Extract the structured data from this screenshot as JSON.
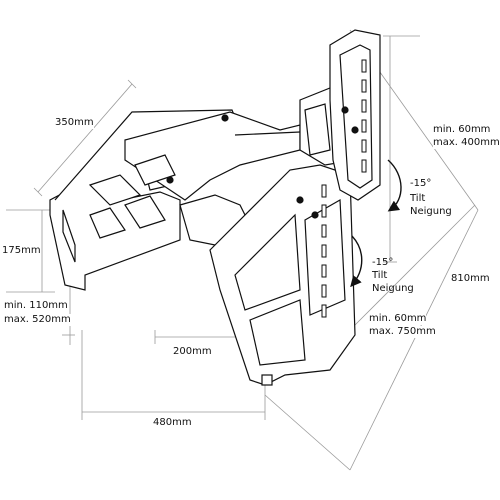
{
  "diagram": {
    "dimensions": {
      "mount_depth": "350mm",
      "plate_height": "175mm",
      "wall_offset_min": "min. 110mm",
      "wall_offset_max": "max. 520mm",
      "vesa_height_min": "min. 60mm",
      "vesa_height_max": "max. 400mm",
      "vesa_width_min": "min. 60mm",
      "vesa_width_max": "max. 750mm",
      "arm_width": "200mm",
      "total_width": "480mm",
      "total_height": "810mm"
    },
    "tilt_upper": {
      "angle": "-15°",
      "label_en": "Tilt",
      "label_de": "Neigung"
    },
    "tilt_lower": {
      "angle": "-15°",
      "label_en": "Tilt",
      "label_de": "Neigung"
    }
  }
}
